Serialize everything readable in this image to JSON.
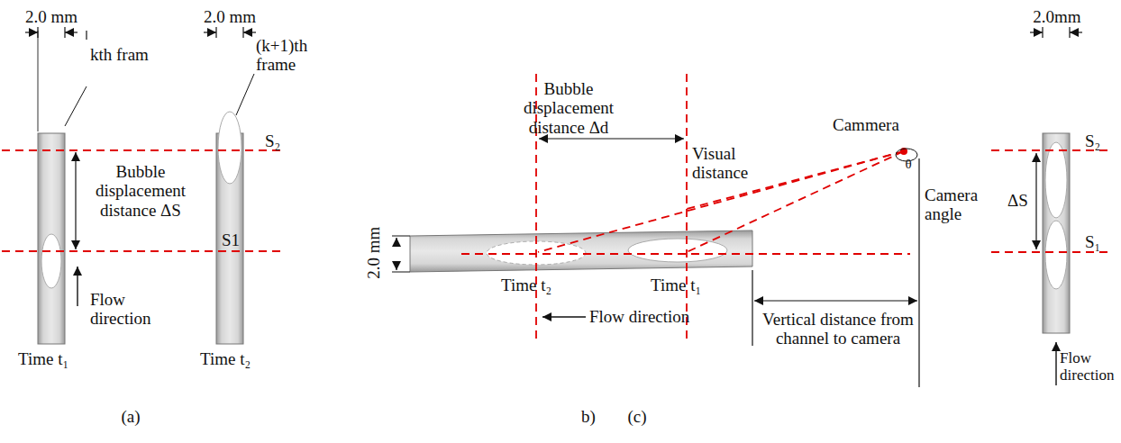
{
  "diagram": {
    "labels": [
      "2.0 mm",
      "2.0 mm",
      "kth fram",
      "(k+1)th frame",
      "S₂",
      "Bubble displacement distance ΔS",
      "S1",
      "Flow direction",
      "Time t₁",
      "Time t₂",
      "(a)",
      "Bubble displacement distance Δd",
      "Visual distance",
      "Cammera",
      "θ",
      "Camera angle",
      "2.0 mm",
      "Time t₂",
      "Time t₁",
      "Flow direction",
      "Vertical distance from channel to camera",
      "b)",
      "(c)",
      "2.0mm",
      "S₂",
      "ΔS",
      "S₁",
      "Flow direction"
    ]
  }
}
